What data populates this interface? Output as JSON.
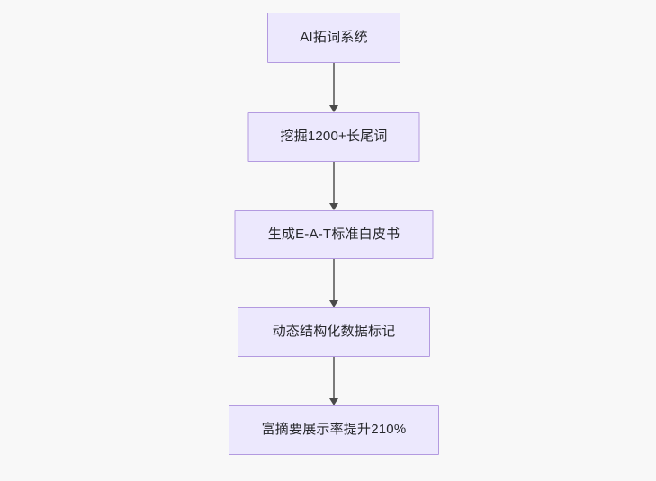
{
  "diagram": {
    "type": "flowchart",
    "direction": "top-to-bottom",
    "background_color": "#f8f8f8",
    "node_fill_color": "#ece8fd",
    "node_border_color": "#b39ae0",
    "node_text_color": "#26272b",
    "edge_color": "#7b7b7b",
    "arrowhead_color": "#4a4a4a",
    "nodes": [
      {
        "id": "n1",
        "label": "AI拓词系统"
      },
      {
        "id": "n2",
        "label": "挖掘1200+长尾词"
      },
      {
        "id": "n3",
        "label": "生成E-A-T标准白皮书"
      },
      {
        "id": "n4",
        "label": "动态结构化数据标记"
      },
      {
        "id": "n5",
        "label": "富摘要展示率提升210%"
      }
    ],
    "edges": [
      {
        "from": "n1",
        "to": "n2",
        "arrow": "down"
      },
      {
        "from": "n2",
        "to": "n3",
        "arrow": "down"
      },
      {
        "from": "n3",
        "to": "n4",
        "arrow": "down"
      },
      {
        "from": "n4",
        "to": "n5",
        "arrow": "down"
      }
    ]
  }
}
